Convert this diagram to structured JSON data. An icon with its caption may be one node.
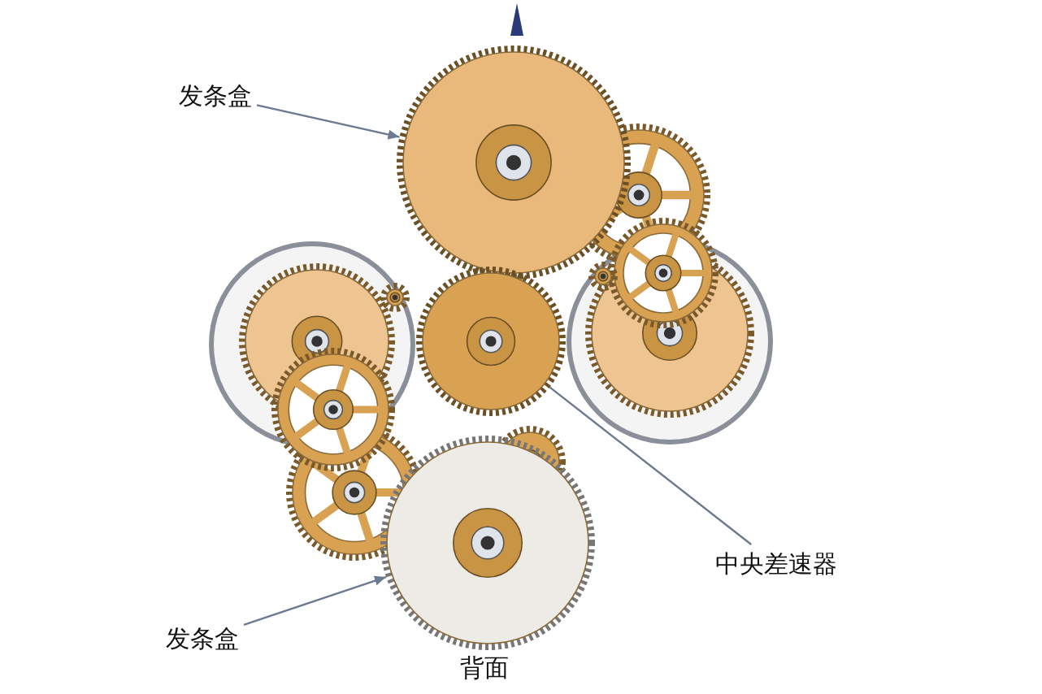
{
  "diagram": {
    "nodes": [
      {
        "text": [
          "发条盒"
        ]
      },
      {
        "text": [],
        "shape": "circle"
      },
      {
        "text": [
          "发条盒"
        ]
      },
      {
        "text": [],
        "shape": "circle"
      },
      {
        "text": [
          "中央差速器"
        ]
      },
      {
        "text": [],
        "shape": "circle"
      }
    ],
    "edges": [
      {
        "from": 0,
        "to": 1,
        "arrow": "to"
      },
      {
        "from": 2,
        "to": 3,
        "arrow": "to"
      },
      {
        "from": 4,
        "to": 5,
        "arrow": "none"
      }
    ],
    "labels": [
      "背面"
    ]
  }
}
